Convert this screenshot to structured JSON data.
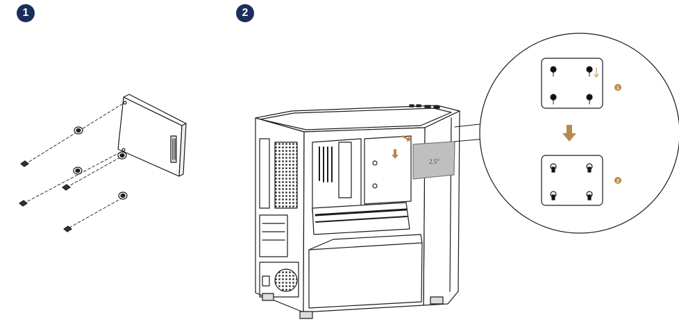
{
  "steps": [
    {
      "number": "1"
    },
    {
      "number": "2"
    }
  ],
  "drive_label": "2.5\"",
  "zoom_substeps": [
    {
      "number": "1"
    },
    {
      "number": "2"
    }
  ],
  "colors": {
    "badge": "#1b2d5c",
    "accent": "#b9894a",
    "line": "#1a1a1a",
    "drive_fill": "#bfbfbf"
  },
  "icons": [
    "screw-icon",
    "grommet-icon",
    "arrow-down-icon",
    "ssd-icon",
    "pc-case-icon"
  ]
}
